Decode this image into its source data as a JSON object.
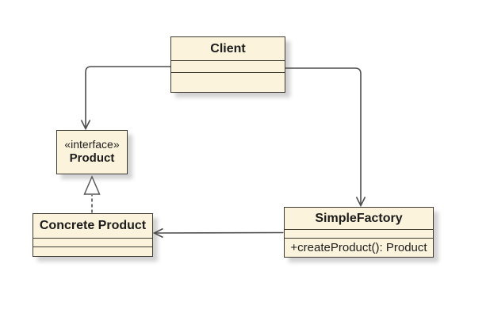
{
  "canvas": {
    "background": "#FFFFFF"
  },
  "colors": {
    "node_fill": "#FBF3DB",
    "node_border": "#3E3A31",
    "connector": "#4D4D4D",
    "text": "#1C1C1C"
  },
  "nodes": {
    "client": {
      "title": "Client"
    },
    "product": {
      "stereotype": "«interface»",
      "title": "Product"
    },
    "concrete_product": {
      "title": "Concrete Product"
    },
    "simple_factory": {
      "title": "SimpleFactory",
      "method": "+createProduct(): Product"
    }
  },
  "relationships": [
    {
      "from": "Client",
      "to": "Product",
      "type": "directed-association"
    },
    {
      "from": "Client",
      "to": "SimpleFactory",
      "type": "directed-association"
    },
    {
      "from": "Concrete Product",
      "to": "Product",
      "type": "realization"
    },
    {
      "from": "SimpleFactory",
      "to": "Concrete Product",
      "type": "directed-association"
    }
  ]
}
